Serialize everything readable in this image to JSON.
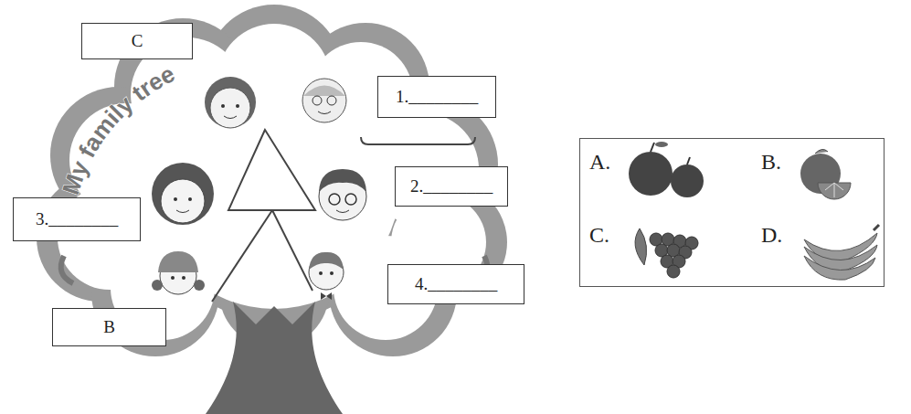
{
  "diagram": {
    "nodes": [
      {
        "text": [
          "C"
        ]
      },
      {
        "text": [
          "1.________"
        ]
      },
      {
        "text": [
          "2.________"
        ]
      },
      {
        "text": [
          "3.________"
        ]
      },
      {
        "text": [
          "4.________"
        ]
      },
      {
        "text": [
          "B"
        ]
      },
      {
        "text": [
          "A.",
          "B.",
          "C.",
          "D."
        ]
      }
    ],
    "labels": [
      "My family tree"
    ]
  }
}
